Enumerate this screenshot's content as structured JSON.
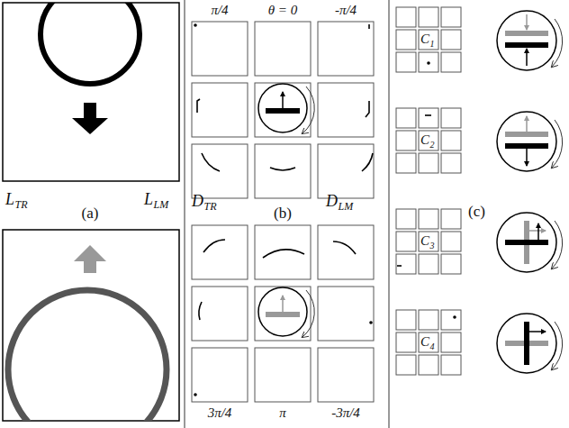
{
  "diagram": {
    "labels": [
      "L",
      "TR",
      "(a)",
      "L",
      "LM",
      "π/4",
      "θ = 0",
      "-π/4",
      "D",
      "TR",
      "(b)",
      "D",
      "LM",
      "3π/4",
      "π",
      "-3π/4",
      "C",
      "1",
      "C",
      "2",
      "C",
      "3",
      "(c)",
      "C",
      "4"
    ]
  }
}
